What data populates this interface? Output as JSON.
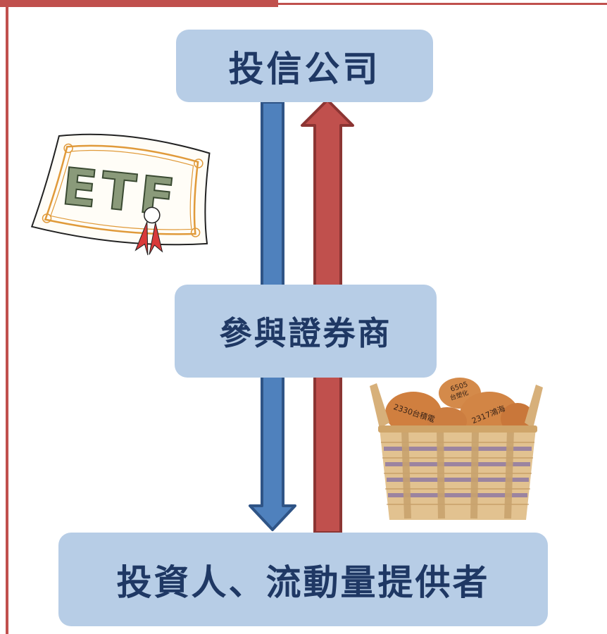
{
  "nodes": {
    "top": "投信公司",
    "middle": "參與證券商",
    "bottom": "投資人、流動量提供者"
  },
  "certificate": {
    "text": "ETF"
  },
  "basket": {
    "egg_labels": [
      "6505\n台塑化",
      "2330台積電",
      "2317鴻海"
    ]
  },
  "colors": {
    "down_arrow": "#4f81bd",
    "up_arrow": "#c0504d",
    "box_fill": "#b7cde6",
    "text": "#1f3864"
  }
}
